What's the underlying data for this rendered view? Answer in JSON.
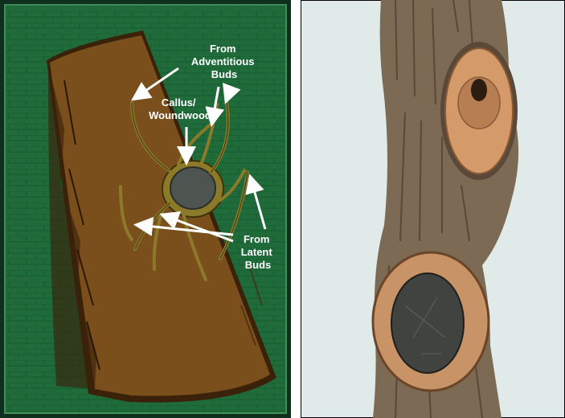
{
  "labels": {
    "adventitious": [
      "From",
      "Adventitious",
      "Buds"
    ],
    "callus": [
      "Callus/",
      "Woundwood"
    ],
    "latent": [
      "From",
      "Latent",
      "Buds"
    ]
  },
  "colors": {
    "background_green": "#1f6b3a",
    "frame": "#0e2f1b",
    "branch": "#7a4f1c",
    "branch_shadow": "#3a220a",
    "sprout": "#8a7a2a",
    "wound": "#4e5450",
    "sky": "#dfeae9",
    "bark": "#7c6a55"
  }
}
